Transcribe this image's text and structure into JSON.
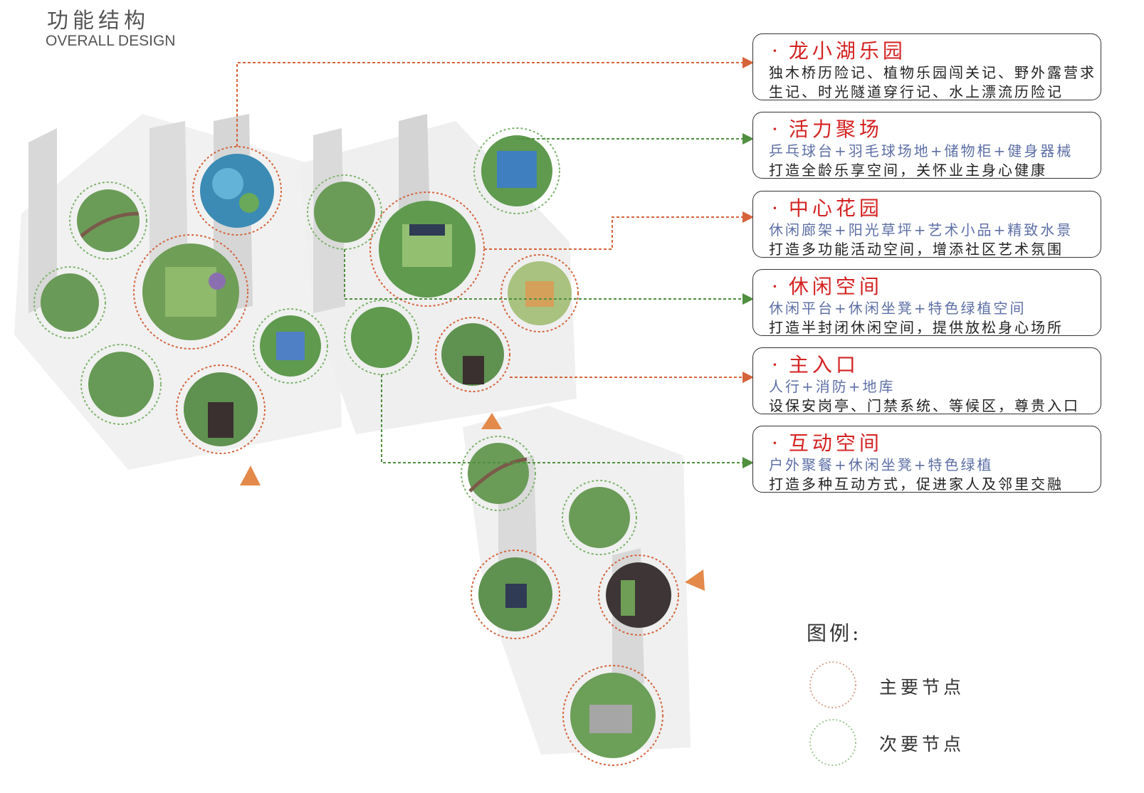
{
  "header": {
    "title_cn": "功能结构",
    "title_en": "OVERALL DESIGN"
  },
  "colors": {
    "primary_ring": "#d4643a",
    "secondary_ring": "#7cb46a",
    "name_text": "#d42222",
    "feature_text": "#5d6fa6"
  },
  "cards": [
    {
      "name": "龙小湖乐园",
      "line1": "独木桥历险记、植物乐园闯关记、野外露营求",
      "line2": "生记、时光隧道穿行记、水上漂流历险记"
    },
    {
      "name": "活力聚场",
      "line1": "乒乓球台+羽毛球场地+储物柜+健身器械",
      "line2": "打造全龄乐享空间，关怀业主身心健康"
    },
    {
      "name": "中心花园",
      "line1": "休闲廊架+阳光草坪+艺术小品+精致水景",
      "line2": "打造多功能活动空间，增添社区艺术氛围"
    },
    {
      "name": "休闲空间",
      "line1": "休闲平台+休闲坐凳+特色绿植空间",
      "line2": "打造半封闭休闲空间，提供放松身心场所"
    },
    {
      "name": "主入口",
      "line1": "人行+消防+地库",
      "line2": "设保安岗亭、门禁系统、等候区，尊贵入口"
    },
    {
      "name": "互动空间",
      "line1": "户外聚餐+休闲坐凳+特色绿植",
      "line2": "打造多种互动方式，促进家人及邻里交融"
    }
  ],
  "legend": {
    "title": "图例:",
    "primary": "主要节点",
    "secondary": "次要节点"
  }
}
